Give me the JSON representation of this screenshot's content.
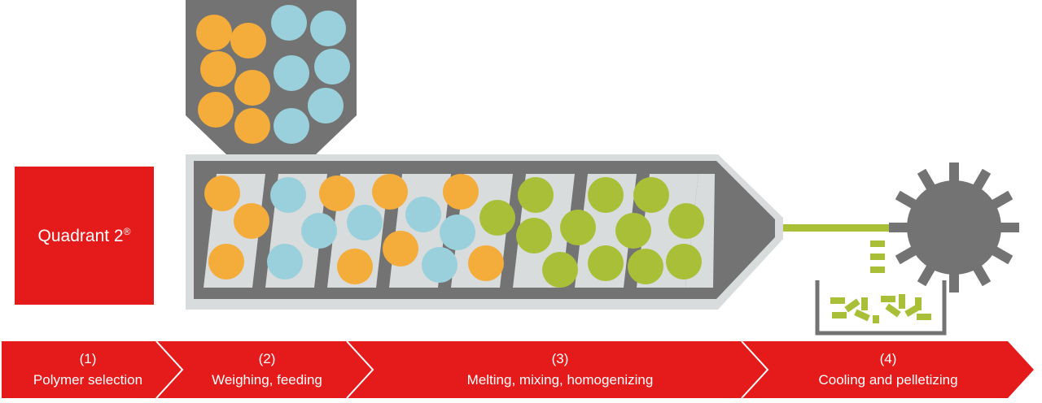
{
  "brand": {
    "name": "Quadrant 2",
    "mark": "®"
  },
  "colors": {
    "red": "#e51a1a",
    "grey": "#737373",
    "light_grey": "#d9dcdc",
    "orange": "#f4ac3a",
    "blue": "#99d0dc",
    "green": "#a9bf38"
  },
  "stages": [
    {
      "number": "(1)",
      "label": "Polymer selection"
    },
    {
      "number": "(2)",
      "label": "Weighing, feeding"
    },
    {
      "number": "(3)",
      "label": "Melting, mixing, homogenizing"
    },
    {
      "number": "(4)",
      "label": "Cooling and pelletizing"
    }
  ],
  "icons": [
    "hopper-icon",
    "extruder-barrel-icon",
    "pelletizer-cutter-icon",
    "collection-tray-icon"
  ]
}
